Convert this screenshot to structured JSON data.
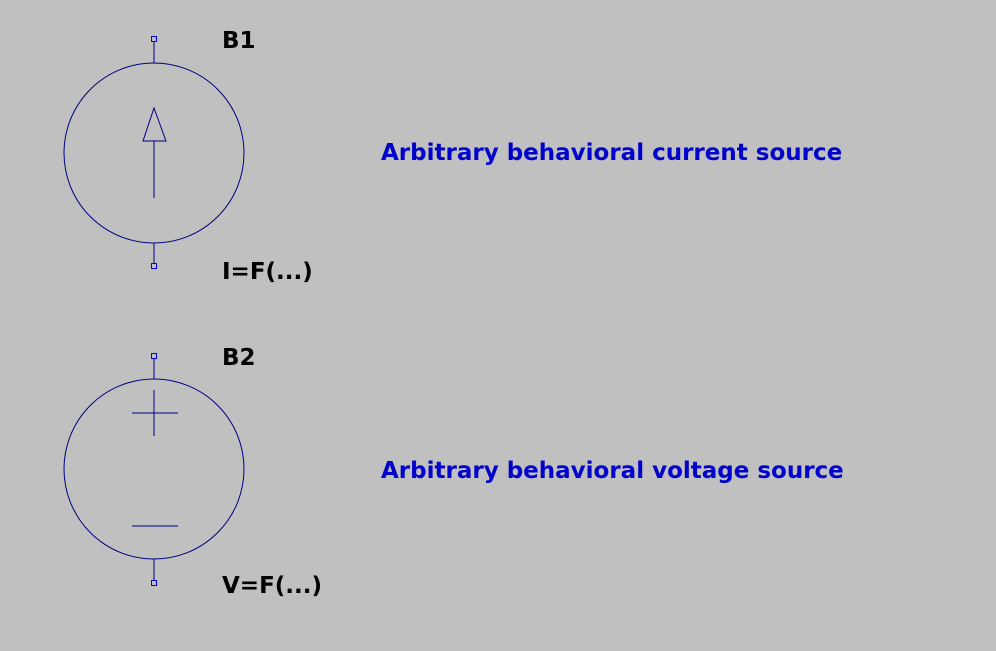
{
  "components": [
    {
      "name": "B1",
      "value": "I=F(...)",
      "comment": "Arbitrary behavioral current source",
      "type": "current-source"
    },
    {
      "name": "B2",
      "value": "V=F(...)",
      "comment": "Arbitrary behavioral voltage source",
      "type": "voltage-source"
    }
  ],
  "colors": {
    "background": "#c0c0c0",
    "wire": "#000080",
    "terminal": "#0000ff",
    "comment": "#0000cc",
    "label": "#000000"
  }
}
